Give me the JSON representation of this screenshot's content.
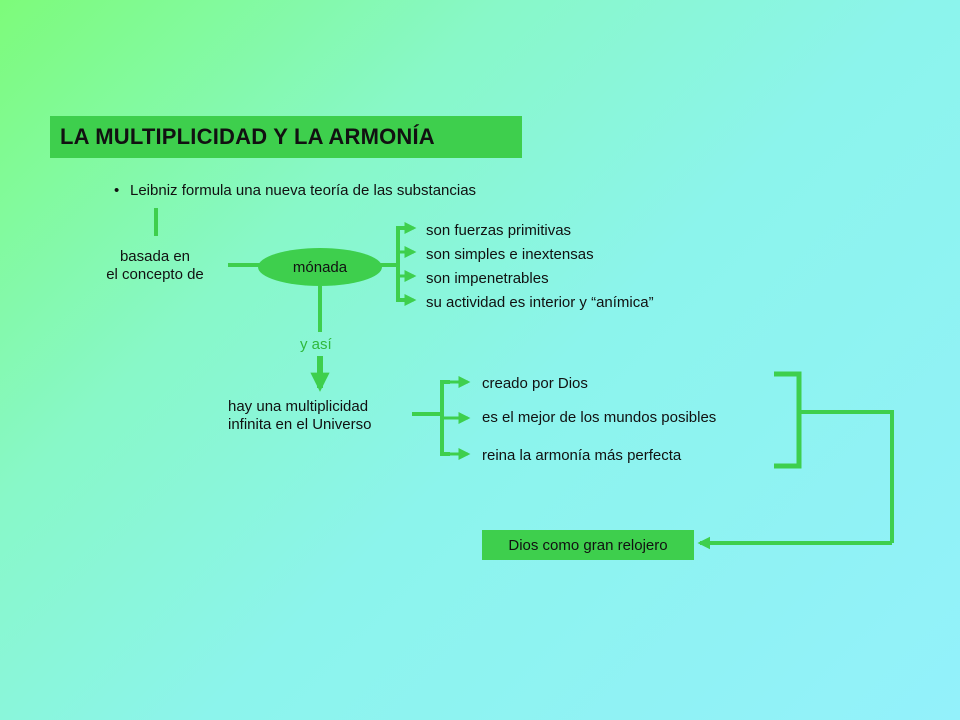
{
  "title": "LA MULTIPLICIDAD Y LA ARMONÍA",
  "bullet": "Leibniz formula una nueva teoría de las substancias",
  "basada": [
    "basada en",
    "el concepto de"
  ],
  "monada": "mónada",
  "properties": [
    "son fuerzas primitivas",
    "son simples e inextensas",
    "son impenetrables",
    "su actividad es interior y “anímica”"
  ],
  "y_asi": "y así",
  "multiplicidad": [
    "hay una multiplicidad",
    "infinita en el Universo"
  ],
  "consequences": [
    "creado por Dios",
    "es el mejor de los mundos posibles",
    "reina la armonía más perfecta"
  ],
  "conclusion": "Dios como gran relojero",
  "colors": {
    "accent": "#3ecf4d",
    "label_green": "#2fb83c"
  }
}
